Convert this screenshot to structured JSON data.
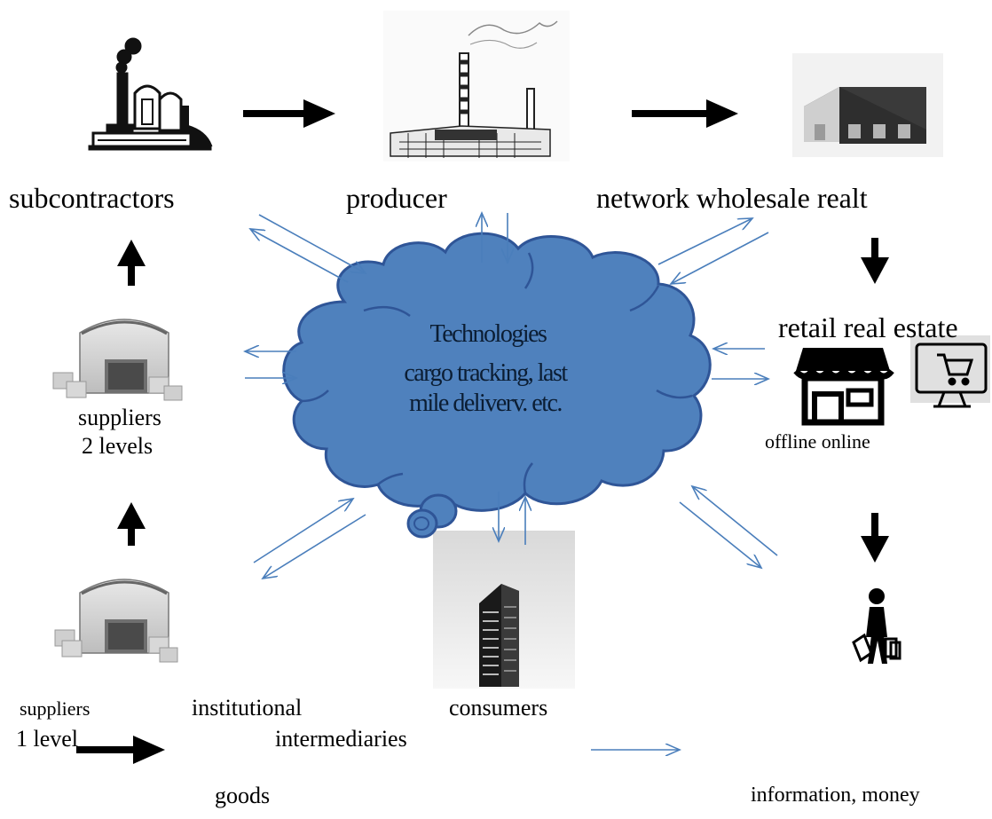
{
  "labels": {
    "subcontractors": "subcontractors",
    "producer": "producer",
    "network": "network wholesale realt",
    "retail": "retail real estate",
    "offline_online": "offline online",
    "suppliers2_line1": "suppliers",
    "suppliers2_line2": "2 levels",
    "suppliers1_line1": "suppliers",
    "suppliers1_line2": "1 level",
    "institutional": "institutional",
    "intermediaries": "intermediaries",
    "consumers": "consumers"
  },
  "cloud": {
    "title": "Technologies",
    "line1": "cargo tracking, last",
    "line2": "mile deliverv. etc."
  },
  "legend": {
    "goods": "goods",
    "info": "information, money"
  },
  "colors": {
    "cloud_fill": "#4f81bd",
    "cloud_stroke": "#2f5597",
    "info_arrow": "#4a7ebb",
    "goods_arrow": "#000000"
  },
  "icons": [
    "factory-icon",
    "producer-plant-icon",
    "warehouse-building-icon",
    "shop-icon",
    "online-cart-monitor-icon",
    "supplier-warehouse-icon",
    "office-tower-icon",
    "shopper-icon"
  ]
}
